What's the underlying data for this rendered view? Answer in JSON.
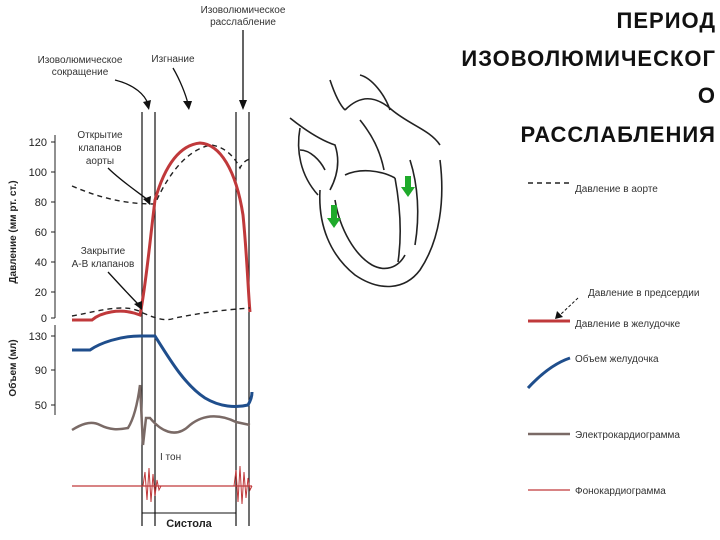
{
  "title": {
    "lines": [
      "ПЕРИОД",
      "ИЗОВОЛЮМИЧЕСКОГ",
      "О",
      "РАССЛАБЛЕНИЯ"
    ]
  },
  "annotations": {
    "isovol_relax": [
      "Изоволюмическое",
      "расслабление"
    ],
    "isovol_contract": [
      "Изоволюмическое",
      "сокращение"
    ],
    "ejection": "Изгнание",
    "aortic_open": [
      "Открытие",
      "клапанов",
      "аорты"
    ],
    "av_close": [
      "Закрытие",
      "А-В клапанов"
    ],
    "first_tone": "I тон",
    "systole": "Систола"
  },
  "axes": {
    "pressure_label": "Давление (мм рт. ст.)",
    "volume_label": "Объем (мл)",
    "pressure_ticks": [
      "120",
      "100",
      "80",
      "60",
      "40",
      "20",
      "0"
    ],
    "volume_ticks": [
      "130",
      "90",
      "50"
    ]
  },
  "legend": [
    {
      "key": "aorta",
      "label": "Давление в аорте",
      "color": "#222222",
      "style": "dashed"
    },
    {
      "key": "atrium",
      "label": "Давление в предсердии",
      "color": "#222222",
      "style": "dashed"
    },
    {
      "key": "ventricle",
      "label": "Давление в желудочке",
      "color": "#c0393b",
      "style": "solid"
    },
    {
      "key": "volume",
      "label": "Объем желудочка",
      "color": "#1f4e8c",
      "style": "solid"
    },
    {
      "key": "ecg",
      "label": "Электрокардиограмма",
      "color": "#7a6a66",
      "style": "solid"
    },
    {
      "key": "pcg",
      "label": "Фонокардиограмма",
      "color": "#c0393b",
      "style": "solid"
    }
  ],
  "colors": {
    "ventricle": "#c0393b",
    "volume": "#1f4e8c",
    "ecg": "#7a6a66",
    "arrow": "#1faa2b"
  }
}
